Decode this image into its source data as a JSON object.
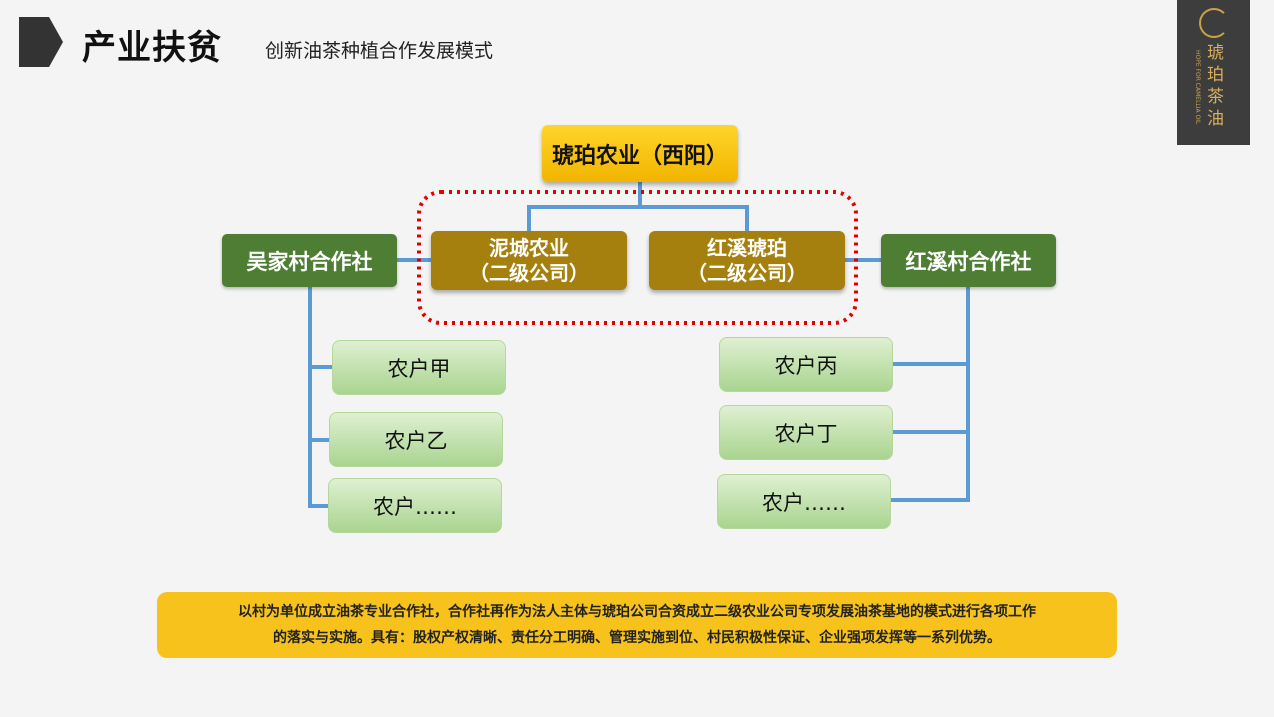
{
  "header": {
    "title": "产业扶贫",
    "subtitle": "创新油茶种植合作发展模式",
    "logo_text": "琥珀茶油",
    "logo_en": "HOPE FOR CAMELLIA OIL"
  },
  "diagram": {
    "top_company": "琥珀农业（西阳）",
    "sub_companies": [
      {
        "line1": "泥城农业",
        "line2": "（二级公司）"
      },
      {
        "line1": "红溪琥珀",
        "line2": "（二级公司）"
      }
    ],
    "cooperatives": {
      "left": "吴家村合作社",
      "right": "红溪村合作社"
    },
    "farmers_left": [
      "农户甲",
      "农户乙",
      "农户……"
    ],
    "farmers_right": [
      "农户丙",
      "农户丁",
      "农户……"
    ]
  },
  "note": {
    "line1": "以村为单位成立油茶专业合作社，合作社再作为法人主体与琥珀公司合资成立二级农业公司专项发展油茶基地的模式进行各项工作",
    "line2": "的落实与实施。具有：股权产权清晰、责任分工明确、管理实施到位、村民积极性保证、企业强项发挥等一系列优势。"
  },
  "colors": {
    "top_box": "#f7c21c",
    "sub_box": "#a6800e",
    "coop_box": "#4e7e34",
    "farmer_box": "#a9d48f",
    "connector": "#5b9bd5",
    "dotted_frame": "#e00000"
  }
}
